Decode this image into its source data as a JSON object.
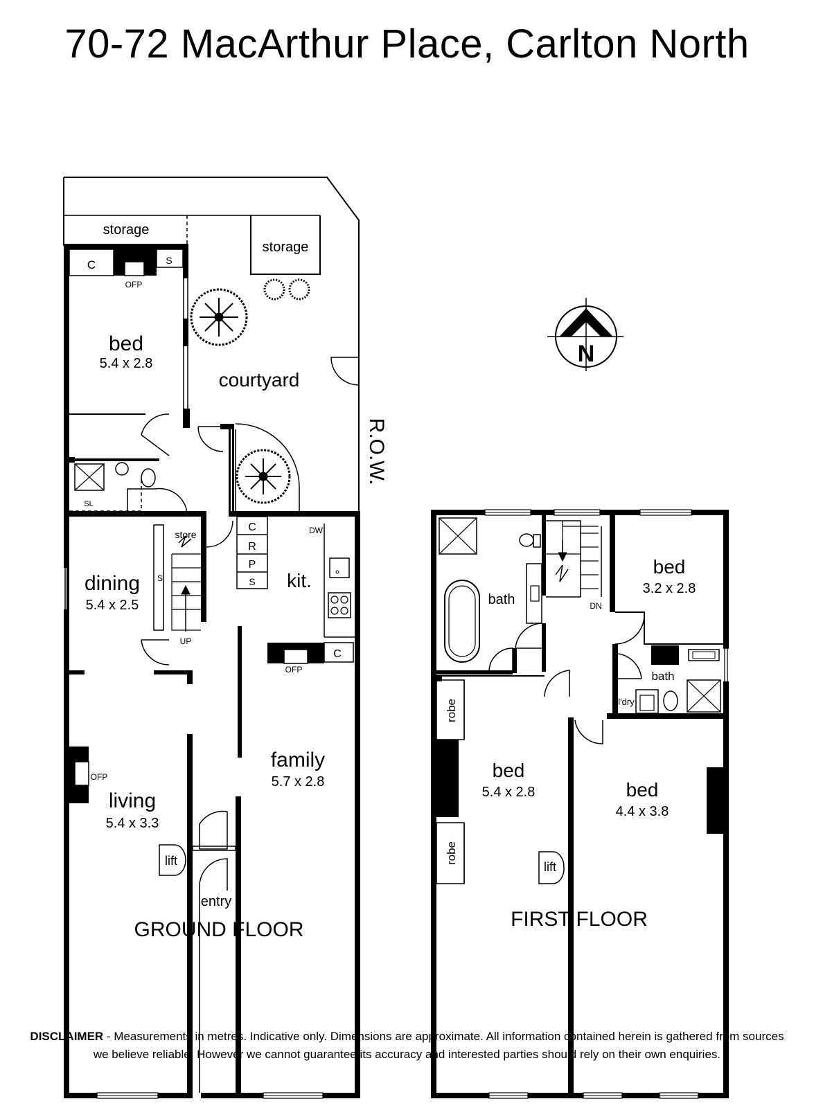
{
  "title": "70-72 MacArthur Place, Carlton North",
  "ground_floor": {
    "heading": "GROUND FLOOR",
    "rooms": {
      "storage_top": "storage",
      "storage_right": "storage",
      "bed_name": "bed",
      "bed_dims": "5.4 x 2.8",
      "courtyard": "courtyard",
      "row": "R.O.W.",
      "dining_name": "dining",
      "dining_dims": "5.4 x 2.5",
      "kitchen": "kit.",
      "family_name": "family",
      "family_dims": "5.7 x 2.8",
      "living_name": "living",
      "living_dims": "5.4 x 3.3",
      "entry": "entry",
      "store": "store"
    },
    "fixtures": {
      "c_bed": "C",
      "s_bed": "S",
      "ofp_bed": "OFP",
      "sl": "SL",
      "s_stairs": "S",
      "up": "UP",
      "c_kit": "C",
      "r_kit": "R",
      "p_kit": "P",
      "s_kit": "S",
      "dw": "DW",
      "ofp_family": "OFP",
      "c_family": "C",
      "ofp_living": "OFP",
      "lift": "lift"
    }
  },
  "first_floor": {
    "heading": "FIRST FLOOR",
    "rooms": {
      "bath_main": "bath",
      "bed1_name": "bed",
      "bed1_dims": "3.2 x 2.8",
      "bath_small": "bath",
      "ldry": "l'dry",
      "bed2_name": "bed",
      "bed2_dims": "5.4 x 2.8",
      "bed3_name": "bed",
      "bed3_dims": "4.4 x 3.8"
    },
    "fixtures": {
      "dn": "DN",
      "robe_top": "robe",
      "robe_bottom": "robe",
      "lift": "lift"
    }
  },
  "compass_letter": "N",
  "disclaimer": {
    "label": "DISCLAIMER",
    "text": " - Measurements in metres. Indicative only. Dimensions are approximate. All information contained herein is gathered from sources we believe reliable. However we cannot guarantee its accuracy and interested parties should rely on their own enquiries."
  }
}
